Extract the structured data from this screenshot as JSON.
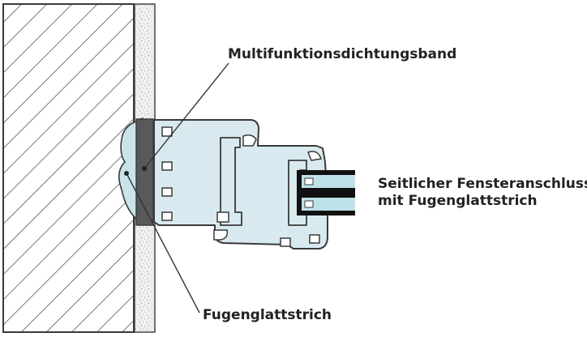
{
  "labels": {
    "multifunktionsdichtungsband": "Multifunktionsdichtungsband",
    "seitlicher_anschluss_line1": "Seitlicher Fensteranschluss",
    "seitlicher_anschluss_line2": "mit Fugenglattstrich",
    "fugenglattstrich": "Fugenglattstrich"
  },
  "colors": {
    "outline": "#3a3a3a",
    "profile_fill": "#d8eaef",
    "glass_fill": "#bfe1ea",
    "sealing_band": "#58595b",
    "smoothing_compound": "#c9e3ea",
    "plaster_fill": "#eeeeee"
  }
}
